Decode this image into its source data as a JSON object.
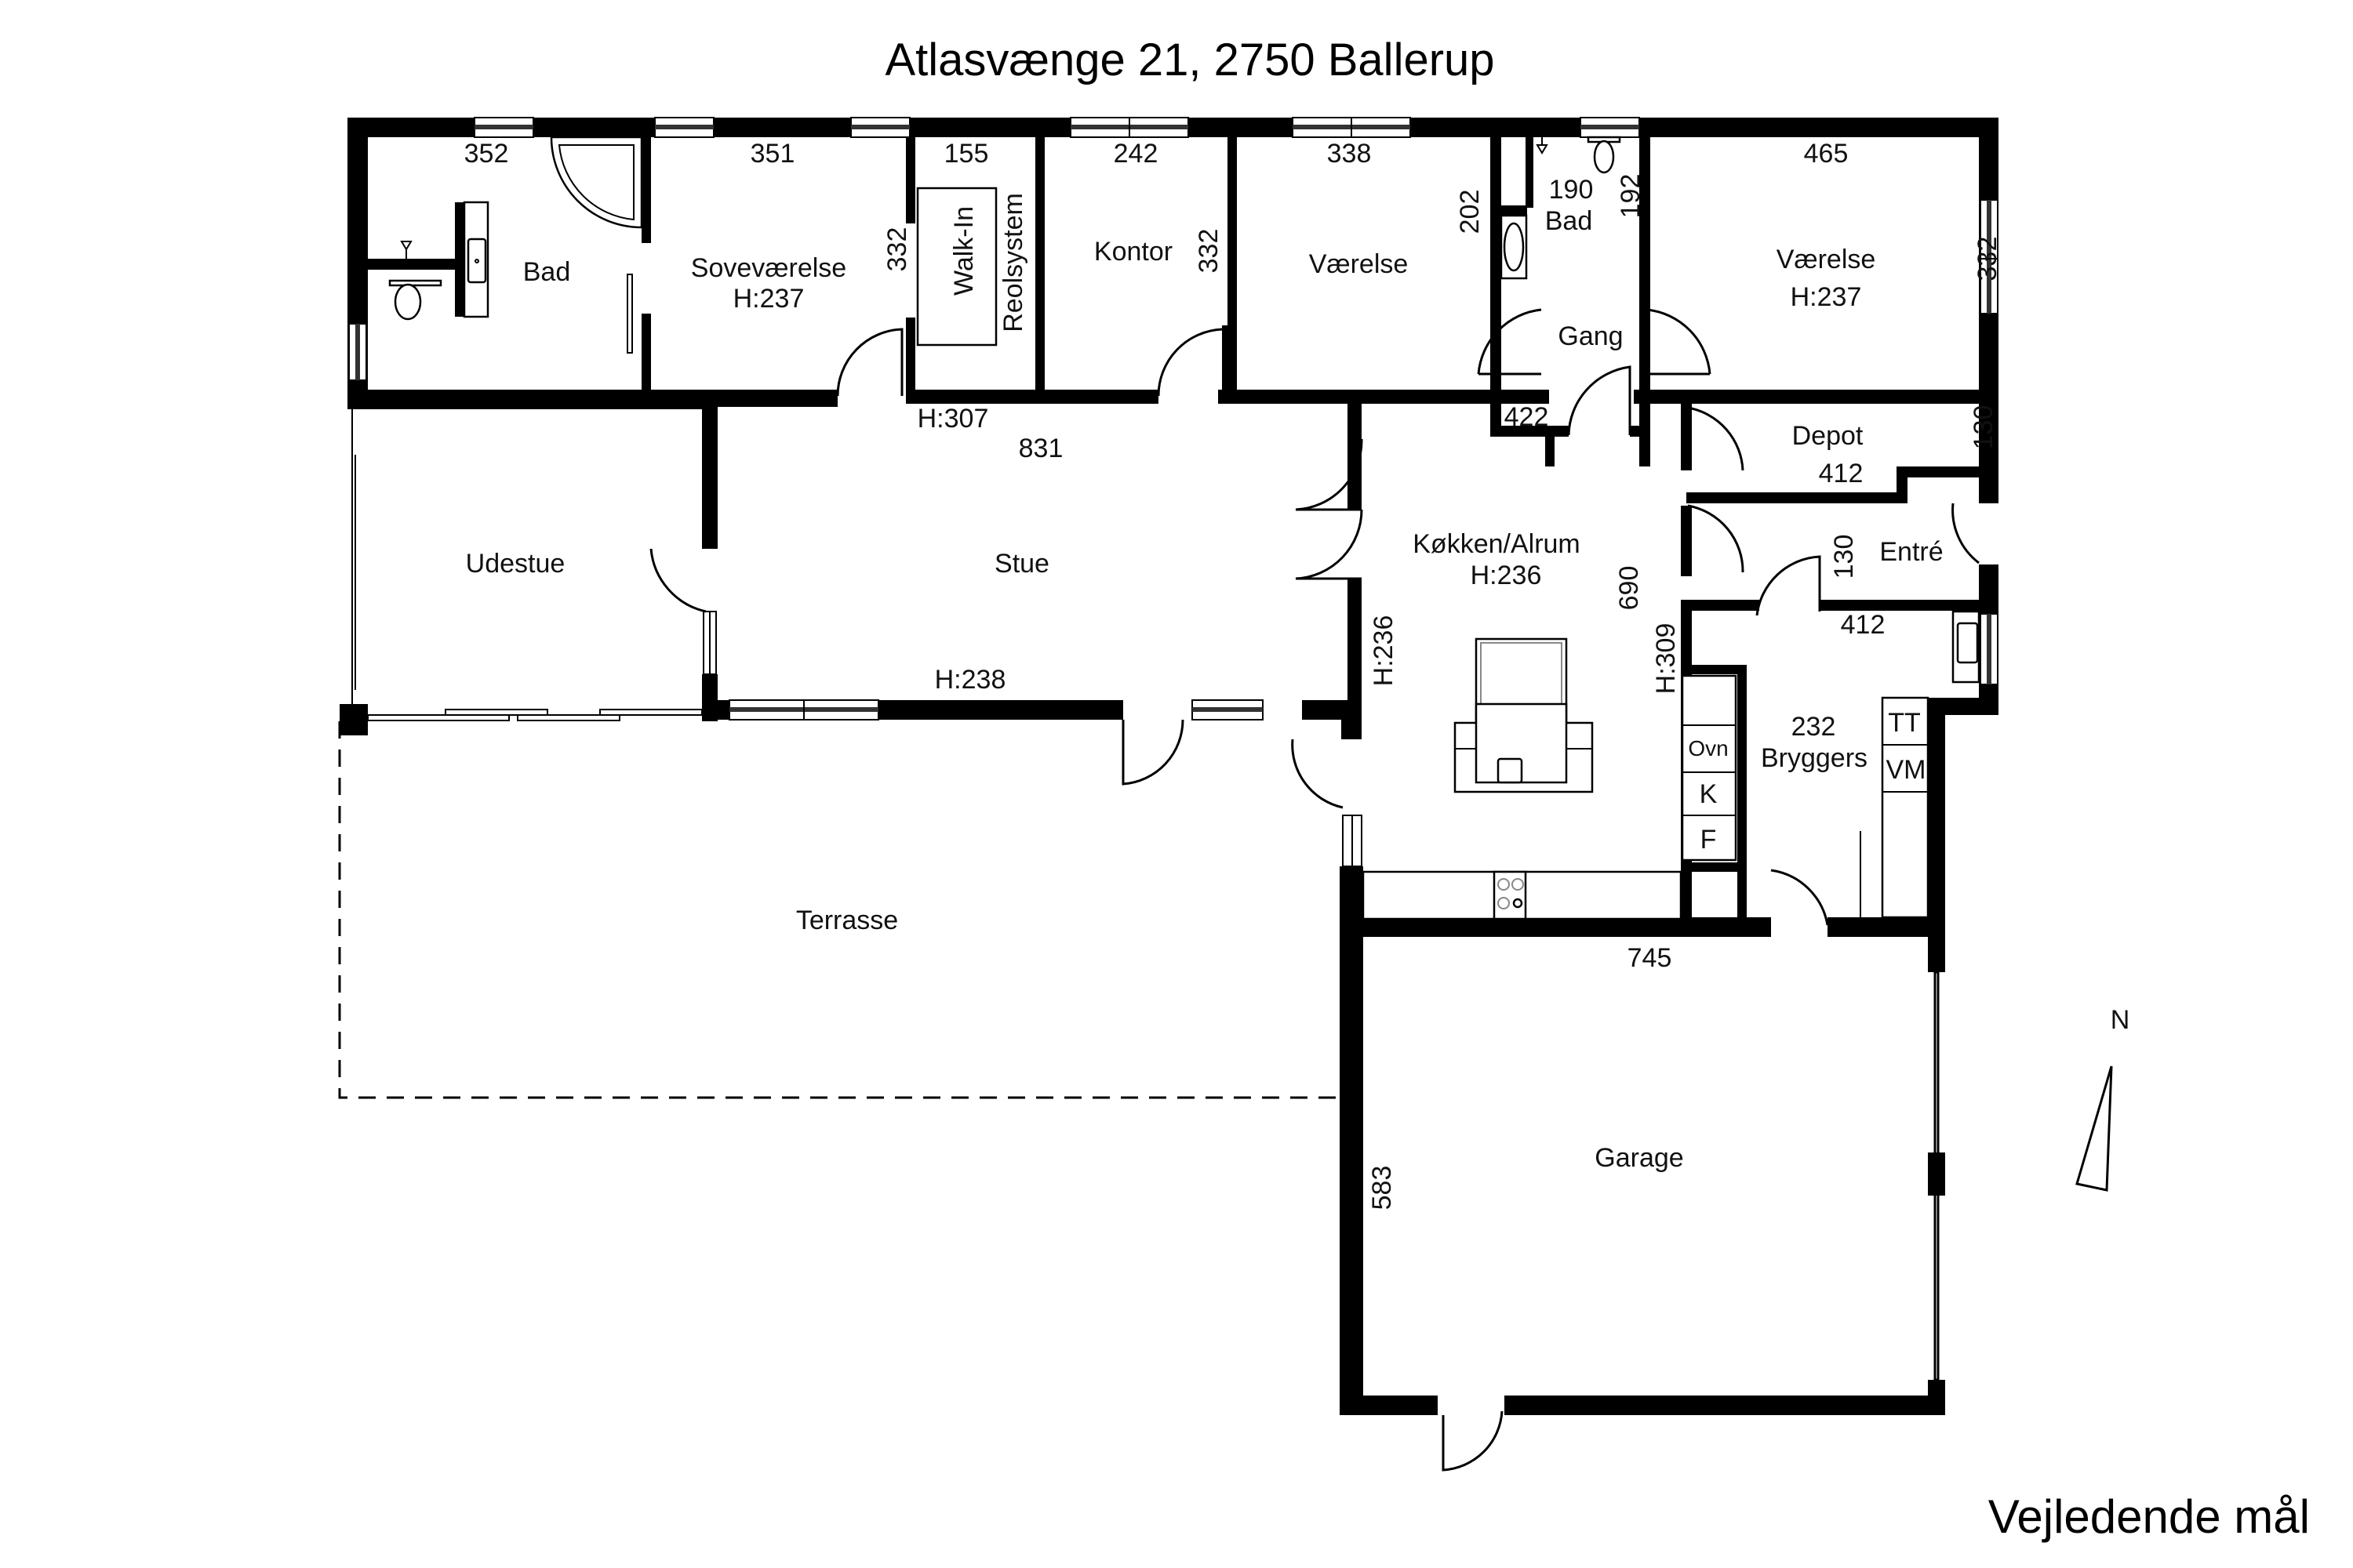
{
  "header": {
    "title": "Atlasvænge 21, 2750 Ballerup"
  },
  "footer": {
    "note": "Vejledende mål"
  },
  "compass": {
    "label": "N",
    "icon": "north-arrow-icon"
  },
  "rooms": {
    "bad1": {
      "name": "Bad",
      "width": "352"
    },
    "sovevaerelse": {
      "name": "Soveværelse",
      "height": "H:237",
      "width": "351",
      "depth": "332"
    },
    "walkin": {
      "name": "Walk-In",
      "width": "155",
      "shelving": "Reolsystem"
    },
    "kontor": {
      "name": "Kontor",
      "width": "242",
      "depth": "332"
    },
    "vaerelse1": {
      "name": "Værelse",
      "width": "338",
      "depth": "202"
    },
    "bad2": {
      "name": "Bad",
      "width": "190",
      "depth": "192"
    },
    "vaerelse2": {
      "name": "Værelse",
      "height": "H:237",
      "width": "465",
      "depth": "332"
    },
    "gang": {
      "name": "Gang",
      "width": "422"
    },
    "udestue": {
      "name": "Udestue"
    },
    "stue": {
      "name": "Stue",
      "ceiling_high": "H:307",
      "width": "831",
      "ceiling_low": "H:238"
    },
    "koekken": {
      "name": "Køkken/Alrum",
      "height": "H:236",
      "depth": "690",
      "wall_height_left": "H:236",
      "wall_height_right": "H:309"
    },
    "depot": {
      "name": "Depot",
      "width": "412",
      "depth": "130"
    },
    "entre": {
      "name": "Entré",
      "depth": "130",
      "width": "412"
    },
    "bryggers": {
      "name": "Bryggers",
      "width": "232",
      "appliances": [
        "TT",
        "VM"
      ]
    },
    "kitchen_appliances": [
      "Ovn",
      "K",
      "F"
    ],
    "terrasse": {
      "name": "Terrasse"
    },
    "garage": {
      "name": "Garage",
      "width": "745",
      "depth": "583"
    }
  },
  "colors": {
    "wall": "#000000",
    "background": "#ffffff",
    "text": "#111111"
  }
}
